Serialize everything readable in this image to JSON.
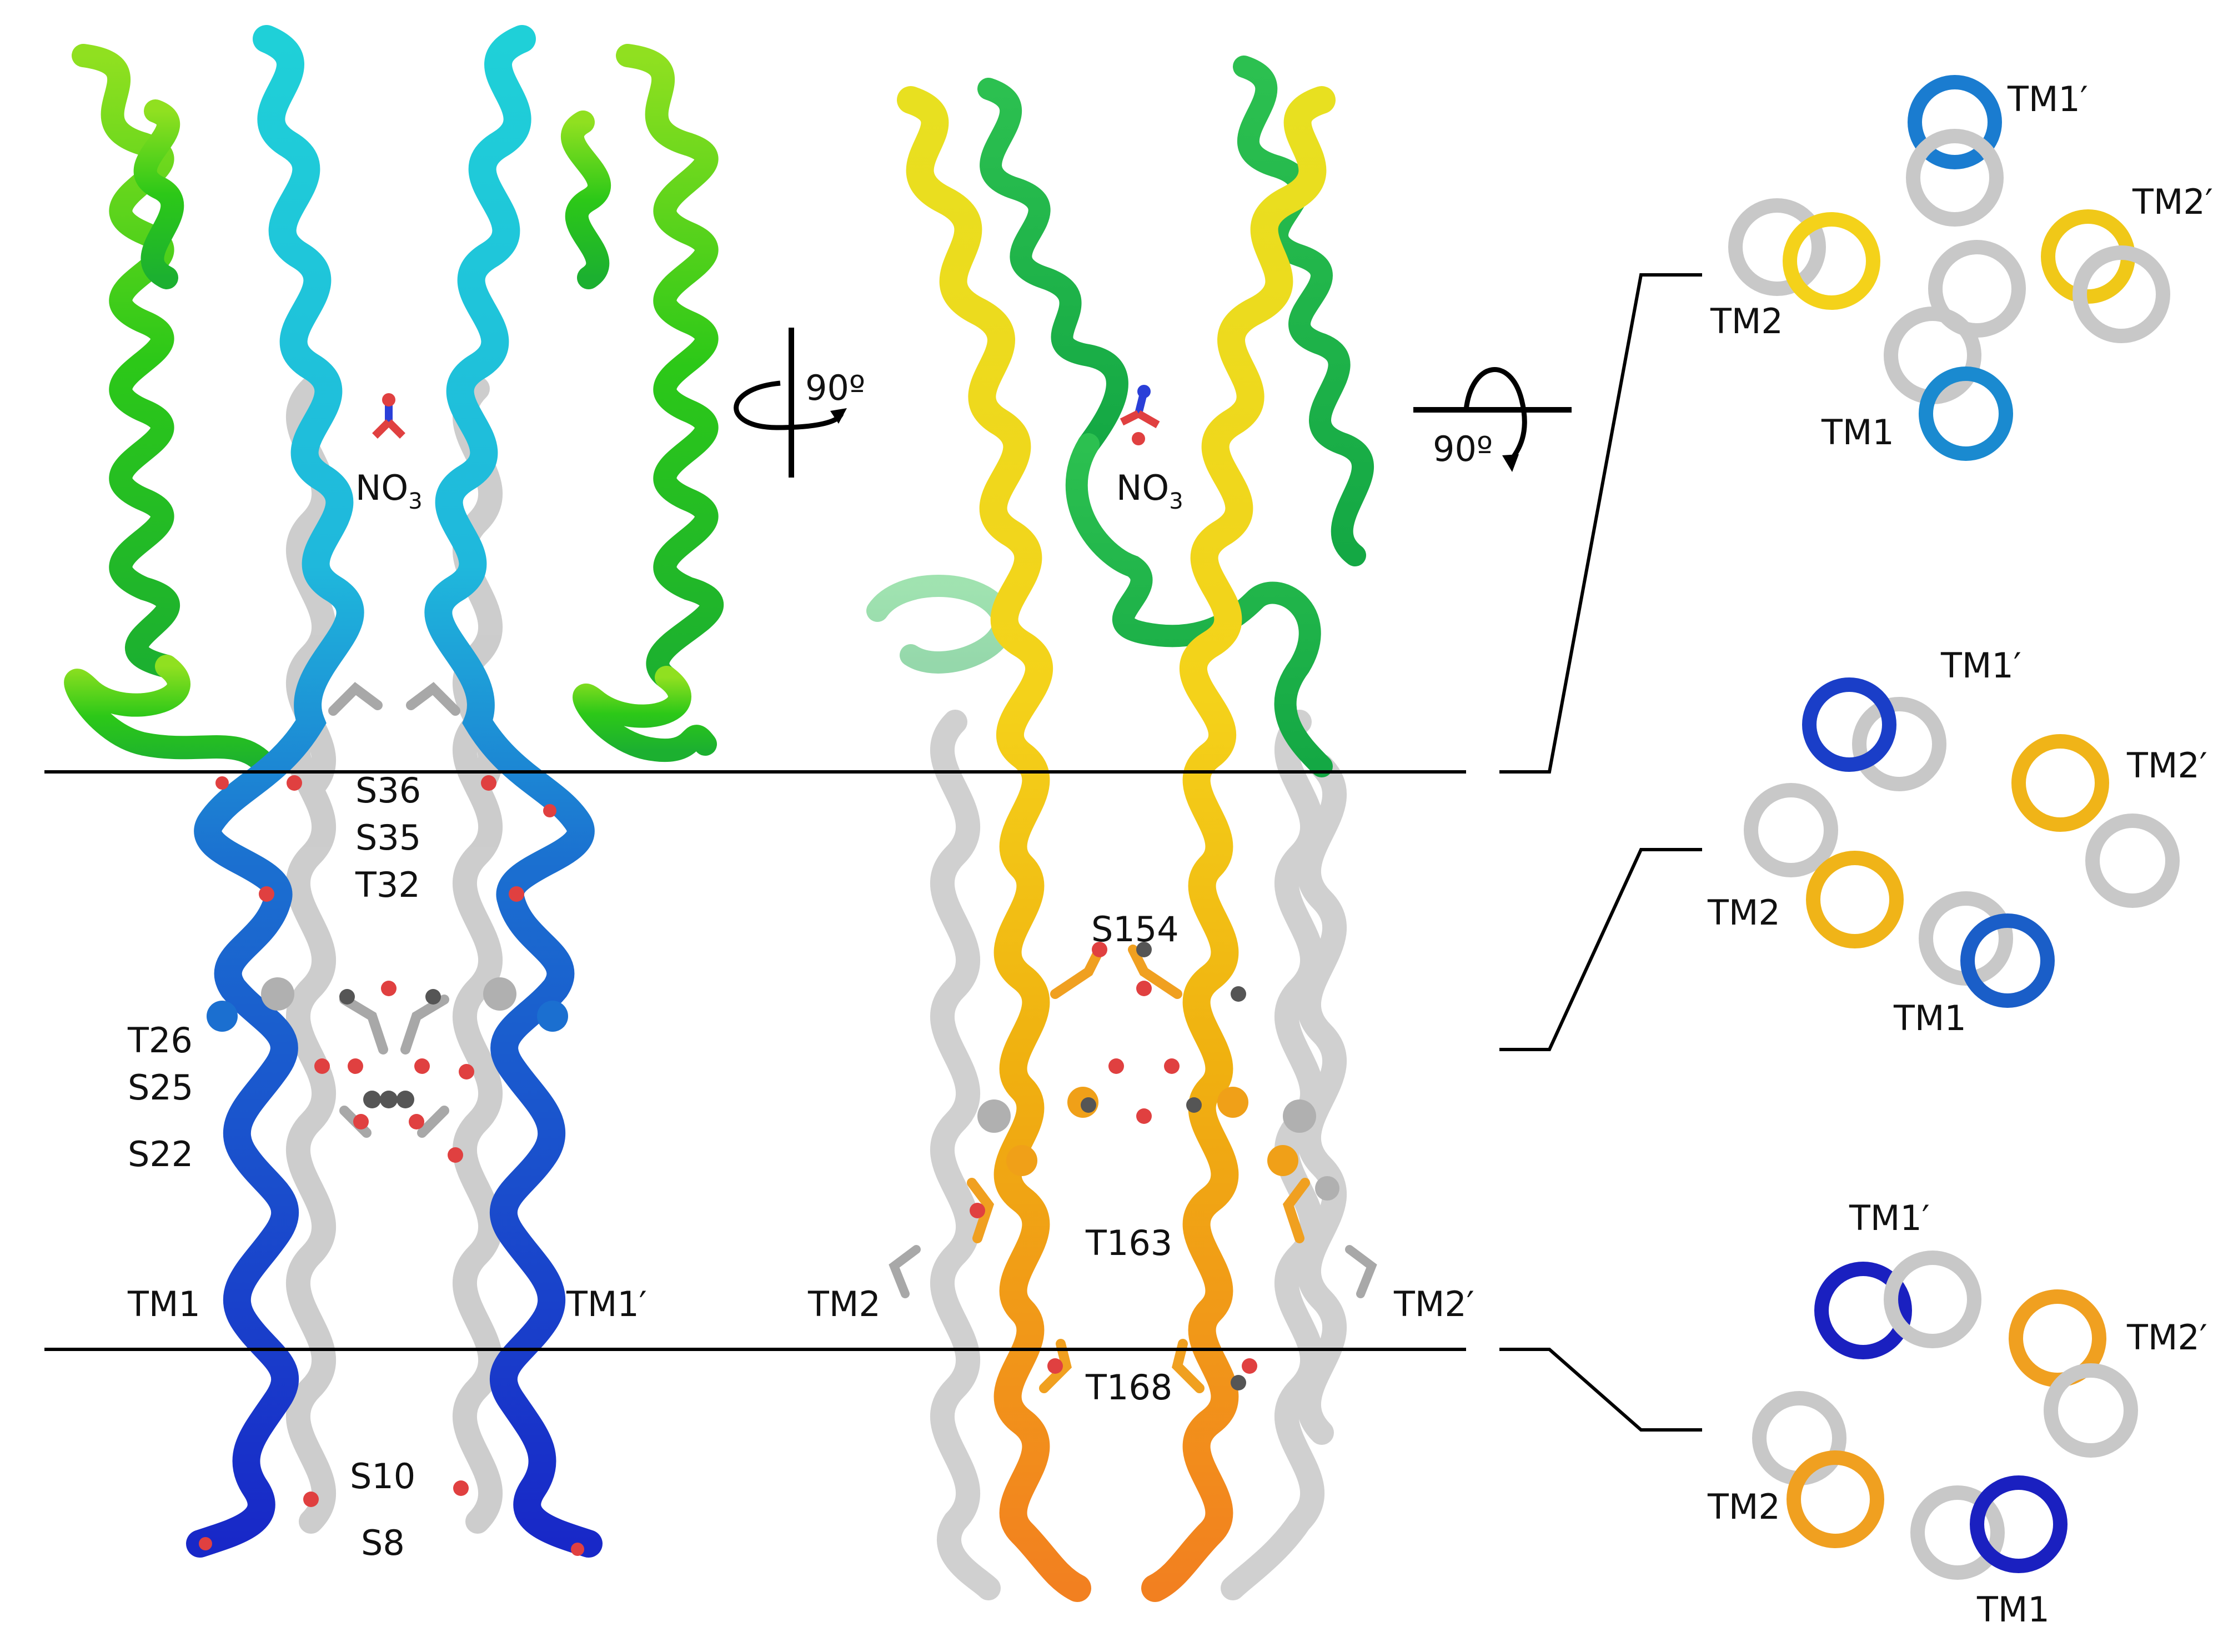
{
  "colors": {
    "green": "#1fbf12",
    "cyan": "#1fb8dc",
    "blue_mid": "#1b6fd0",
    "blue_deep": "#1828c8",
    "yellow": "#f4d21a",
    "gold": "#f0b010",
    "orange": "#f29020",
    "green_dark": "#14a844",
    "grey": "#bcbcbc",
    "oxygen": "#e04040",
    "nitrogen": "#2a3fd8",
    "line": "#000000"
  },
  "panel_a": {
    "ligand": {
      "name": "NO",
      "subscript": "3"
    },
    "residues": [
      "S36",
      "S35",
      "T32",
      "T26",
      "S25",
      "S22",
      "S10",
      "S8"
    ],
    "helices": {
      "left": "TM1",
      "right": "TM1′"
    }
  },
  "rotation": {
    "first": "90º",
    "second": "90º"
  },
  "panel_b": {
    "ligand": {
      "name": "NO",
      "subscript": "3"
    },
    "residues": [
      "S154",
      "T163",
      "T168"
    ],
    "helices": {
      "left": "TM2",
      "right": "TM2′"
    }
  },
  "cross_sections": [
    {
      "tm1": "TM1",
      "tm1p": "TM1′",
      "tm2": "TM2",
      "tm2p": "TM2′"
    },
    {
      "tm1": "TM1",
      "tm1p": "TM1′",
      "tm2": "TM2",
      "tm2p": "TM2′"
    },
    {
      "tm1": "TM1",
      "tm1p": "TM1′",
      "tm2": "TM2",
      "tm2p": "TM2′"
    }
  ]
}
